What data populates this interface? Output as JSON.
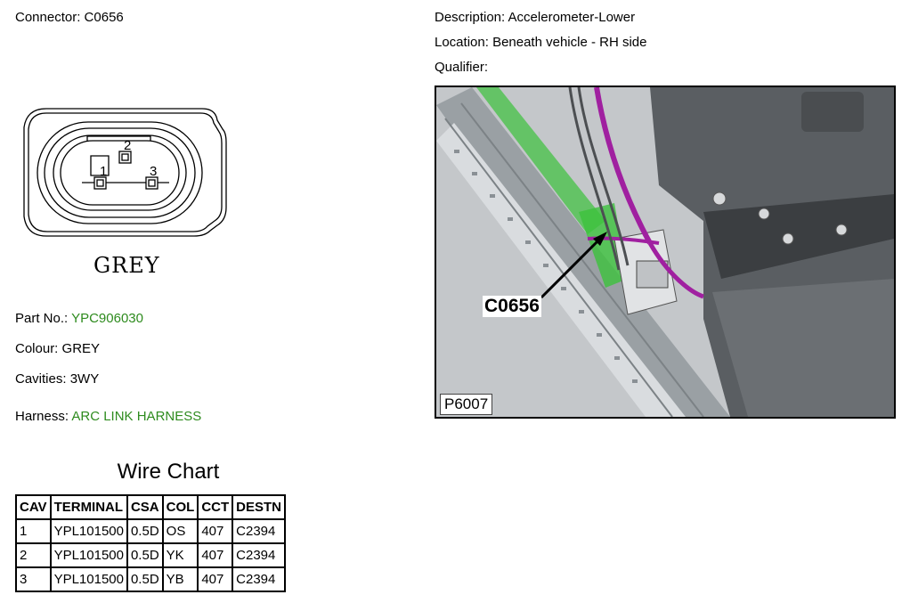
{
  "connector": {
    "label": "Connector:",
    "id": "C0656"
  },
  "description": {
    "label": "Description:",
    "value": "Accelerometer-Lower"
  },
  "location": {
    "label": "Location:",
    "value": "Beneath vehicle - RH side"
  },
  "qualifier": {
    "label": "Qualifier:",
    "value": ""
  },
  "diagram": {
    "cavity_numbers": [
      "1",
      "2",
      "3"
    ],
    "color_caption": "GREY"
  },
  "part_no": {
    "label": "Part No.:",
    "value": "YPC906030"
  },
  "colour": {
    "label": "Colour:",
    "value": "GREY"
  },
  "cavities": {
    "label": "Cavities:",
    "value": "3WY"
  },
  "harness": {
    "label": "Harness:",
    "value": "ARC LINK HARNESS"
  },
  "wire_chart": {
    "title": "Wire Chart",
    "headers": [
      "CAV",
      "TERMINAL",
      "CSA",
      "COL",
      "CCT",
      "DESTN"
    ],
    "rows": [
      [
        "1",
        "YPL101500",
        "0.5D",
        "OS",
        "407",
        "C2394"
      ],
      [
        "2",
        "YPL101500",
        "0.5D",
        "YK",
        "407",
        "C2394"
      ],
      [
        "3",
        "YPL101500",
        "0.5D",
        "YB",
        "407",
        "C2394"
      ]
    ]
  },
  "photo": {
    "callout": "C0656",
    "tag": "P6007"
  },
  "colors": {
    "link_green": "#2e8b1e",
    "harness_magenta": "#a020a0",
    "part_green": "#3cc23c"
  }
}
